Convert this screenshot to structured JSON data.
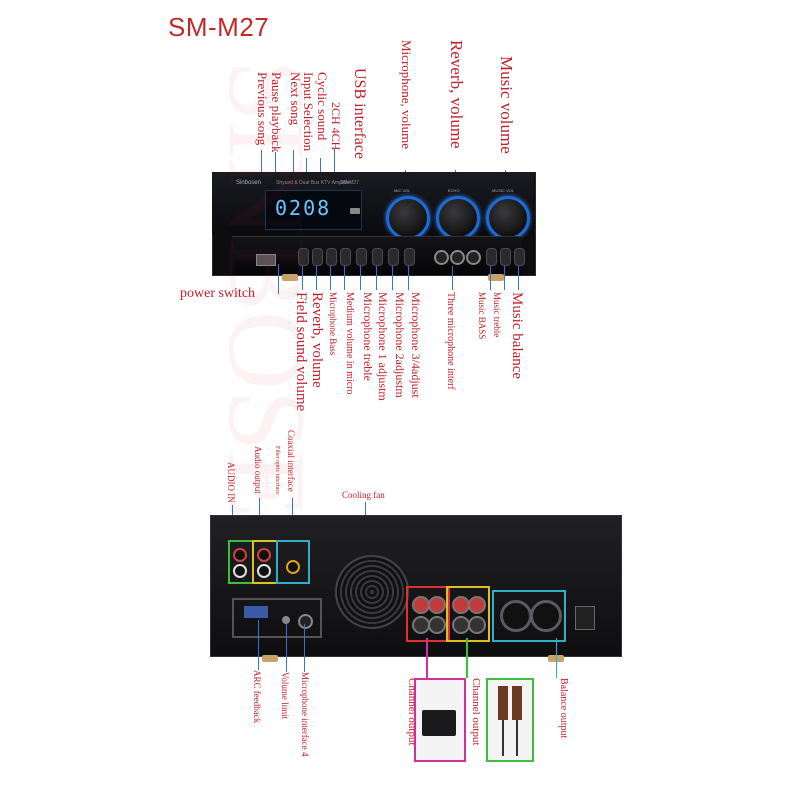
{
  "title": "SM-M27",
  "device": {
    "brand": "Sinbosen",
    "model_line": "Shyued & Dual Bus KTV Amplifier",
    "model": "SM-M27",
    "display_digits": "0208",
    "knob_labels": [
      "MIC VOL",
      "ECHO",
      "MUSIC VOL"
    ]
  },
  "front_top_labels": [
    "Previous song",
    "Pause playback",
    "Next song",
    "Input Selection",
    "Cyclic sound",
    "2CH  4CH",
    "USB interface",
    "Microphone, volume",
    "Reverb, volume",
    "Music volume"
  ],
  "front_bottom_labels": [
    "power switch",
    "Field sound volume",
    "Reverb, volume",
    "Microphone Bass",
    "Medium volume in micro",
    "Microphone treble",
    "Microphone 1 adjustm",
    "Microphone 2adjustm",
    "Microphone 3/4adjust",
    "Three microphone interf",
    "Music BASS",
    "Music treble",
    "Music balance"
  ],
  "rear_top_labels": [
    "AUDIO IN",
    "Audio output",
    "Coaxial interface",
    "Fiber optic interface",
    "Cooling fan"
  ],
  "rear_bottom_labels": [
    "ARC feedback",
    "Volume limit",
    "Microphone interface 4",
    "Channel output",
    "Channel output",
    "Balance output"
  ],
  "colors": {
    "label_red": "#c0202a",
    "lead_blue": "#3a6fd8",
    "box_green": "#3cbf3c",
    "box_yellow": "#e0c020",
    "box_red": "#e03030",
    "box_cyan": "#30b0c8",
    "box_magenta": "#d0309a",
    "display_blue": "#6ac8ff"
  },
  "icons": [
    "usb-port-icon",
    "speaker-box-icon",
    "floor-speaker-icon"
  ]
}
